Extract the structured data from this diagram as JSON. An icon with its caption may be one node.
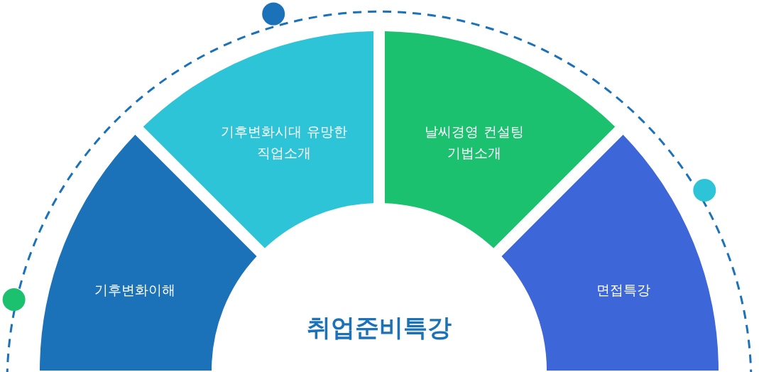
{
  "diagram": {
    "title": "취업준비특강",
    "nodes": [
      {
        "text": [
          "기후변화이해"
        ]
      },
      {
        "text": [
          "기후변화시대 유망한 직업소개"
        ]
      },
      {
        "text": [
          "날씨경영 컨설팅 기법소개"
        ]
      },
      {
        "text": [
          "면접특강"
        ]
      }
    ]
  }
}
